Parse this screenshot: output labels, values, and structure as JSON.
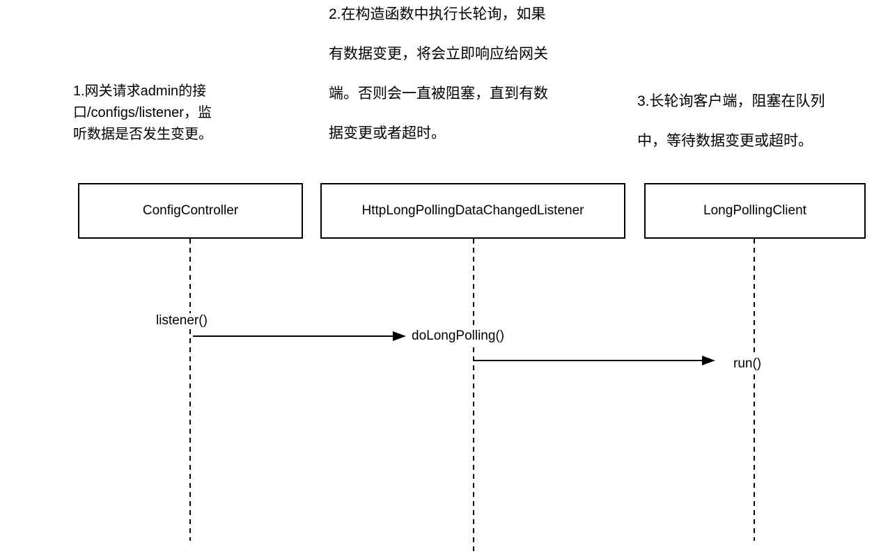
{
  "canvas": {
    "background": "#ffffff",
    "ink": "#000000"
  },
  "notes": [
    {
      "text": "1.网关请求admin的接\n口/configs/listener，监\n听数据是否发生变更。"
    },
    {
      "text": "2.在构造函数中执行长轮询，如果\n有数据变更，将会立即响应给网关\n端。否则会一直被阻塞，直到有数\n据变更或者超时。"
    },
    {
      "text": "3.长轮询客户端，阻塞在队列\n中，等待数据变更或超时。"
    }
  ],
  "participants": [
    {
      "name": "ConfigController"
    },
    {
      "name": "HttpLongPollingDataChangedListener"
    },
    {
      "name": "LongPollingClient"
    }
  ],
  "messages": [
    {
      "from": "ConfigController",
      "to": "HttpLongPollingDataChangedListener",
      "start_label": "listener()",
      "end_label": "doLongPolling()"
    },
    {
      "from": "HttpLongPollingDataChangedListener",
      "to": "LongPollingClient",
      "end_label": "run()"
    }
  ]
}
